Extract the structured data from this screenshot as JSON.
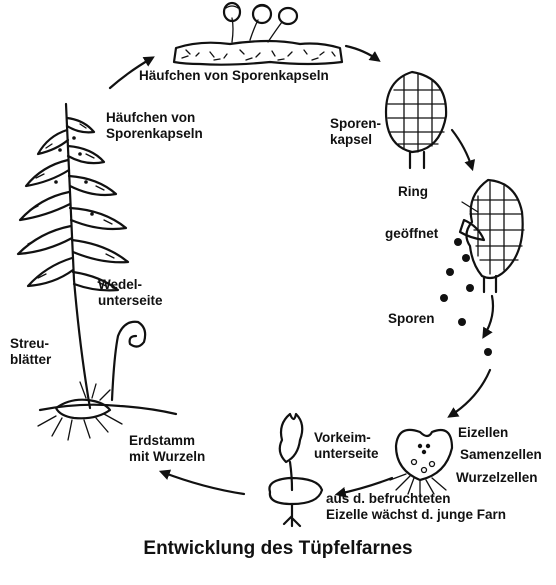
{
  "labels": {
    "top_cluster": "Häufchen von Sporenkapseln",
    "frond_cluster": "Häufchen von\nSporenkapseln",
    "sporangium": "Sporen-\nkapsel",
    "ring": "Ring",
    "opened": "geöffnet",
    "spores": "Sporen",
    "frond_underside": "Wedel-\nunterseite",
    "scale_leaves": "Streu-\nblätter",
    "rhizome": "Erdstamm\nmit Wurzeln",
    "prothallium_underside": "Vorkeim-\nunterseite",
    "egg_cells": "Eizellen",
    "sperm_cells": "Samenzellen",
    "root_cells": "Wurzelzellen",
    "young_fern": "aus d. befruchteten\nEizelle wächst d. junge Farn"
  },
  "caption": "Entwicklung des Tüpfelfarnes"
}
